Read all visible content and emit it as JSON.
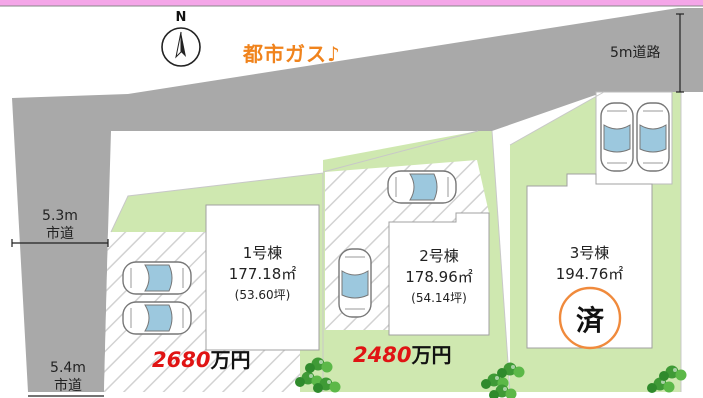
{
  "compass": {
    "letter": "N",
    "icon": "north-arrow-icon"
  },
  "gas_notice": "都市ガス♪",
  "roads": {
    "north": "5m道路",
    "west_width": "5.3m",
    "west_type": "市道",
    "south_width": "5.4m",
    "south_type": "市道"
  },
  "lots": [
    {
      "name": "1号棟",
      "area": "177.18㎡",
      "tsubo": "(53.60坪)",
      "price_number": "2680",
      "price_unit": "万円"
    },
    {
      "name": "2号棟",
      "area": "178.96㎡",
      "tsubo": "(54.14坪)",
      "price_number": "2480",
      "price_unit": "万円"
    },
    {
      "name": "3号棟",
      "area": "194.76㎡",
      "sold_label": "済"
    }
  ],
  "colors": {
    "top_bar": "#f4a6e8",
    "road": "#a9a9a9",
    "lawn": "#cfe8b0",
    "price": "#e01414",
    "gas_text": "#f0831c",
    "sold_circle": "#f08a3c"
  }
}
